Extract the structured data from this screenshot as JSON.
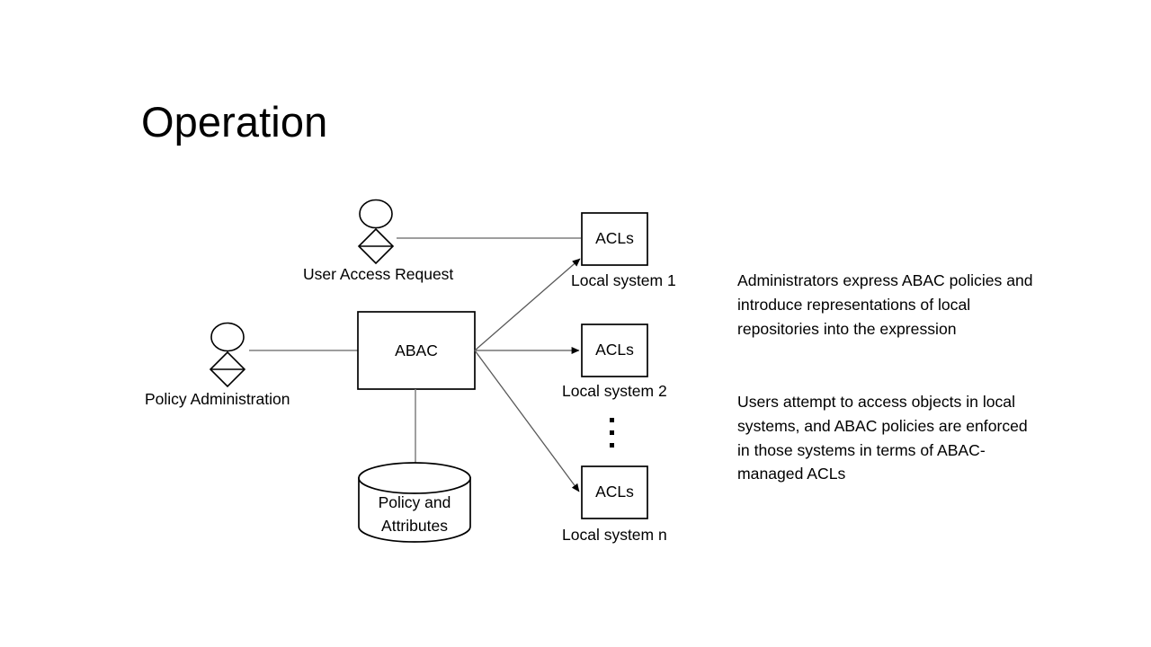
{
  "slide": {
    "title": "Operation",
    "background": "#ffffff",
    "stroke_color": "#000000",
    "connector_color": "#7f7f7f"
  },
  "diagram": {
    "actors": [
      {
        "id": "user-access-request",
        "label": "User Access Request"
      },
      {
        "id": "policy-administration",
        "label": "Policy Administration"
      }
    ],
    "central_node": {
      "id": "abac",
      "label": "ABAC"
    },
    "datastore": {
      "id": "policy-and-attributes",
      "label_line_1": "Policy and",
      "label_line_2": "Attributes"
    },
    "local_systems": [
      {
        "id": "local-system-1",
        "box_label": "ACLs",
        "caption": "Local system 1"
      },
      {
        "id": "local-system-2",
        "box_label": "ACLs",
        "caption": "Local system 2"
      },
      {
        "id": "local-system-n",
        "box_label": "ACLs",
        "caption": "Local system n"
      }
    ],
    "ellipsis": "vertical-dots"
  },
  "notes": {
    "paragraph_1": "Administrators express ABAC policies and introduce representations of local repositories into the expression",
    "paragraph_2": "Users attempt to access objects in local systems, and ABAC policies are enforced in those systems in terms of ABAC-managed ACLs"
  }
}
